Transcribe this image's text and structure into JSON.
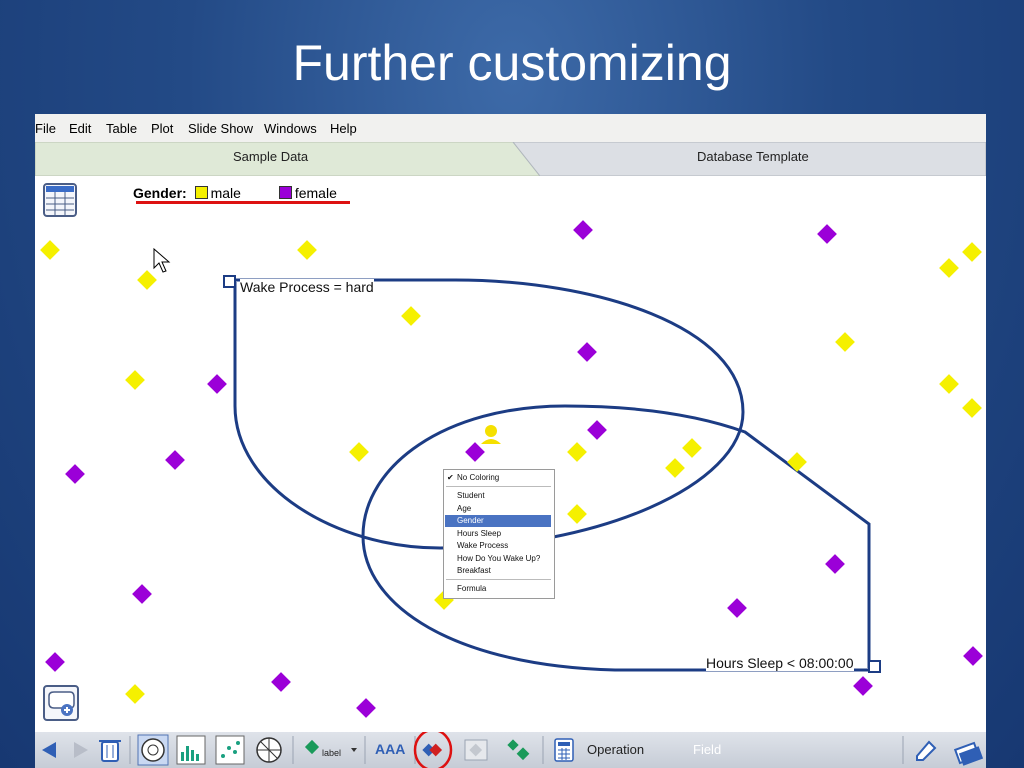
{
  "slide": {
    "title": "Further customizing"
  },
  "menubar": {
    "items": [
      "File",
      "Edit",
      "Table",
      "Plot",
      "Slide Show",
      "Windows",
      "Help"
    ]
  },
  "tabs": [
    {
      "label": "Sample Data",
      "active": true
    },
    {
      "label": "Database Template",
      "active": false
    }
  ],
  "legend": {
    "attribute": "Gender:",
    "items": [
      {
        "label": "male",
        "color": "#f5f000"
      },
      {
        "label": "female",
        "color": "#9b00d8"
      }
    ]
  },
  "plot": {
    "ring_labels": {
      "wake": "Wake Process = hard",
      "sleep": "Hours Sleep < 08:00:00"
    },
    "ring_color": "#1c3c84",
    "annotation_color": "#dd1111"
  },
  "coloring_menu": {
    "items": [
      {
        "label": "No Coloring",
        "checked": true
      },
      {
        "label": "Student"
      },
      {
        "label": "Age"
      },
      {
        "label": "Gender",
        "highlighted": true
      },
      {
        "label": "Hours Sleep"
      },
      {
        "label": "Wake Process"
      },
      {
        "label": "How Do You Wake Up?"
      },
      {
        "label": "Breakfast"
      },
      {
        "label": "Formula"
      }
    ]
  },
  "toolbar": {
    "operation_label": "Operation",
    "field_label": "Field",
    "label_tool_text": "label",
    "font_tool_text": "AAA"
  }
}
